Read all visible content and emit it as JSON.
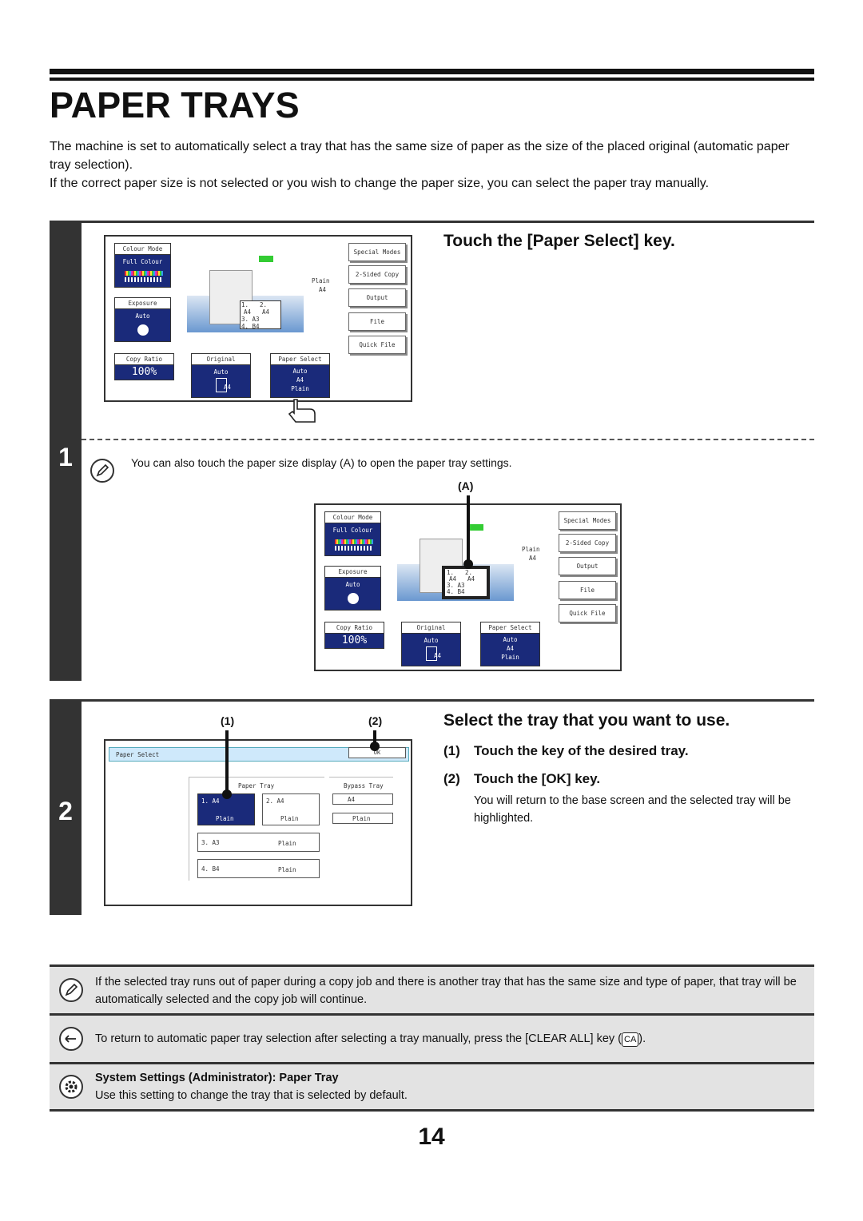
{
  "page_title": "PAPER TRAYS",
  "intro": {
    "p1": "The machine is set to automatically select a tray that has the same size of paper as the size of the placed original (automatic paper tray selection).",
    "p2": "If the correct paper size is not selected or you wish to change the paper size, you can select the paper tray manually."
  },
  "step1": {
    "number": "1",
    "title": "Touch the [Paper Select] key.",
    "note": "You can also touch the paper size display (A) to open the paper tray settings.",
    "callout": "(A)"
  },
  "screen": {
    "colour_mode": "Colour Mode",
    "full_colour": "Full Colour",
    "exposure": "Exposure",
    "auto": "Auto",
    "copy_ratio": "Copy Ratio",
    "ratio_value": "100%",
    "original": "Original",
    "original_auto": "Auto",
    "original_size": "A4",
    "paper_select": "Paper Select",
    "ps_auto": "Auto",
    "ps_size": "A4",
    "ps_type": "Plain",
    "plain": "Plain",
    "plain_size": "A4",
    "special_modes": "Special Modes",
    "two_sided": "2-Sided Copy",
    "output": "Output",
    "file": "File",
    "quick_file": "Quick File",
    "tray1": "1.",
    "tray2": "2.",
    "tray1_size": "A4",
    "tray2_size": "A4",
    "tray3": "3.  A3",
    "tray4": "4.  B4"
  },
  "step2": {
    "number": "2",
    "title": "Select the tray that you want to use.",
    "callout1": "(1)",
    "callout2": "(2)",
    "sub1_num": "(1)",
    "sub1": "Touch the key of the desired tray.",
    "sub2_num": "(2)",
    "sub2": "Touch the [OK] key.",
    "sub2_body": "You will return to the base screen and the selected tray will be highlighted."
  },
  "tray_screen": {
    "header": "Paper Select",
    "ok": "OK",
    "paper_tray": "Paper Tray",
    "bypass_tray": "Bypass Tray",
    "t1": "1. A4",
    "t2": "2. A4",
    "bypass_size": "A4",
    "plain": "Plain",
    "t3": "3. A3",
    "t4": "4. B4"
  },
  "notes": {
    "note1": "If the selected tray runs out of paper during a copy job and there is another tray that has the same size and type of paper, that tray will be automatically selected and the copy job will continue.",
    "note2_pre": "To return to automatic paper tray selection after selecting a tray manually, press the [CLEAR ALL] key (",
    "note2_key": "CA",
    "note2_post": ").",
    "note3_title": "System Settings (Administrator): Paper Tray",
    "note3_body": "Use this setting to change the tray that is selected by default."
  },
  "page_number": "14"
}
